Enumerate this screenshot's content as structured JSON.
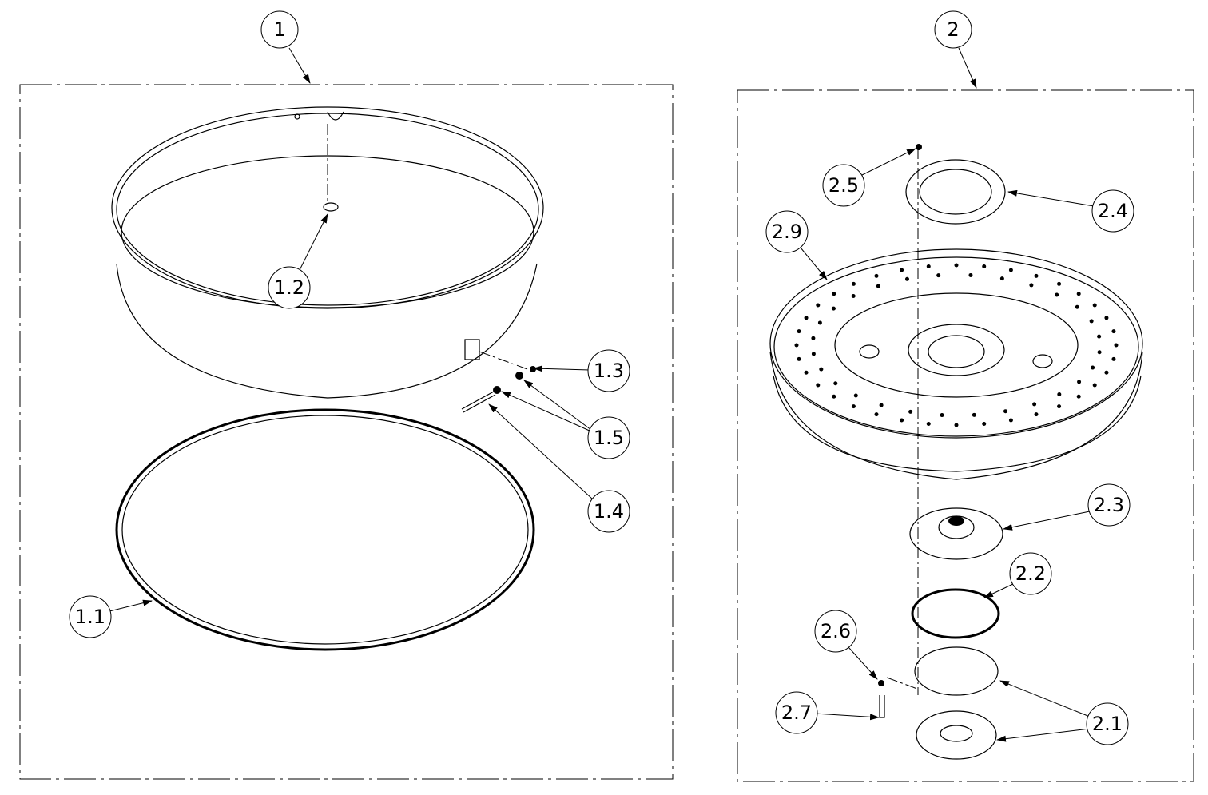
{
  "assemblies": [
    {
      "id": "1",
      "label": "1"
    },
    {
      "id": "2",
      "label": "2"
    }
  ],
  "balloons": {
    "b1_1": "1.1",
    "b1_2": "1.2",
    "b1_3": "1.3",
    "b1_4": "1.4",
    "b1_5": "1.5",
    "b2_1": "2.1",
    "b2_2": "2.2",
    "b2_3": "2.3",
    "b2_4": "2.4",
    "b2_5": "2.5",
    "b2_6": "2.6",
    "b2_7": "2.7",
    "b2_9": "2.9"
  },
  "colors": {
    "line": "#000000",
    "background": "#ffffff"
  }
}
